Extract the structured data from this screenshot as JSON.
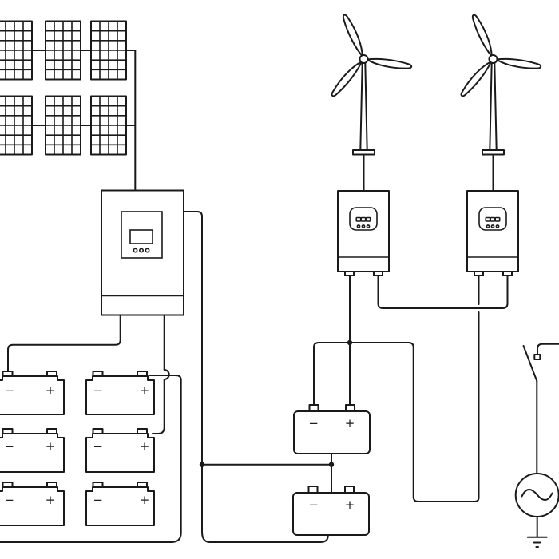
{
  "diagram": {
    "type": "circuit-schematic",
    "subject": "Hybrid solar and wind off-grid power system wiring diagram",
    "background_color": "#ffffff",
    "line_color": "#1a1a1a"
  },
  "signs": {
    "minus": "−",
    "plus": "+"
  },
  "components": {
    "solar_array": {
      "label": "solar-panel-array",
      "panel_count": 6,
      "rows": 2,
      "columns": 3,
      "cells_per_panel_columns": 4,
      "cells_per_panel_rows": 6
    },
    "wind_turbines": {
      "label": "wind-turbine",
      "count": 2,
      "blades_each": 3
    },
    "inverter": {
      "label": "hybrid-inverter",
      "display": "lcd-screen",
      "buttons": 3
    },
    "charge_controllers": {
      "label": "mppt-charge-controller",
      "count": 2,
      "indicator_squares_each": 3,
      "indicator_dots_each": 3,
      "terminals_each": 2
    },
    "battery_bank": {
      "label": "battery-bank",
      "count": 6,
      "rows": 3,
      "columns": 2,
      "terminals": [
        "minus",
        "plus"
      ]
    },
    "buffer_batteries": {
      "label": "buffer-battery",
      "count": 2,
      "terminals": [
        "minus",
        "plus"
      ]
    },
    "disconnect_switch": {
      "label": "disconnect-switch",
      "state": "open"
    },
    "ac_source": {
      "label": "ac-source",
      "symbol": "sine-wave"
    },
    "earth_ground": {
      "label": "earth-ground",
      "bars": 3
    },
    "junction_dots": 3
  }
}
